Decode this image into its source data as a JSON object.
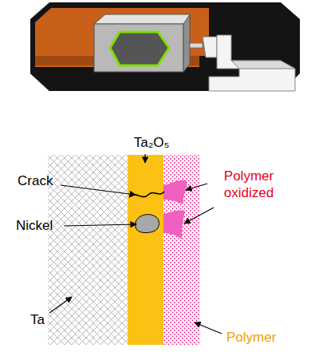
{
  "diagram": {
    "labels": [
      "Ta₂O₅",
      "Crack",
      "Nickel",
      "Ta",
      "Polymer oxidized",
      "Polymer"
    ]
  }
}
